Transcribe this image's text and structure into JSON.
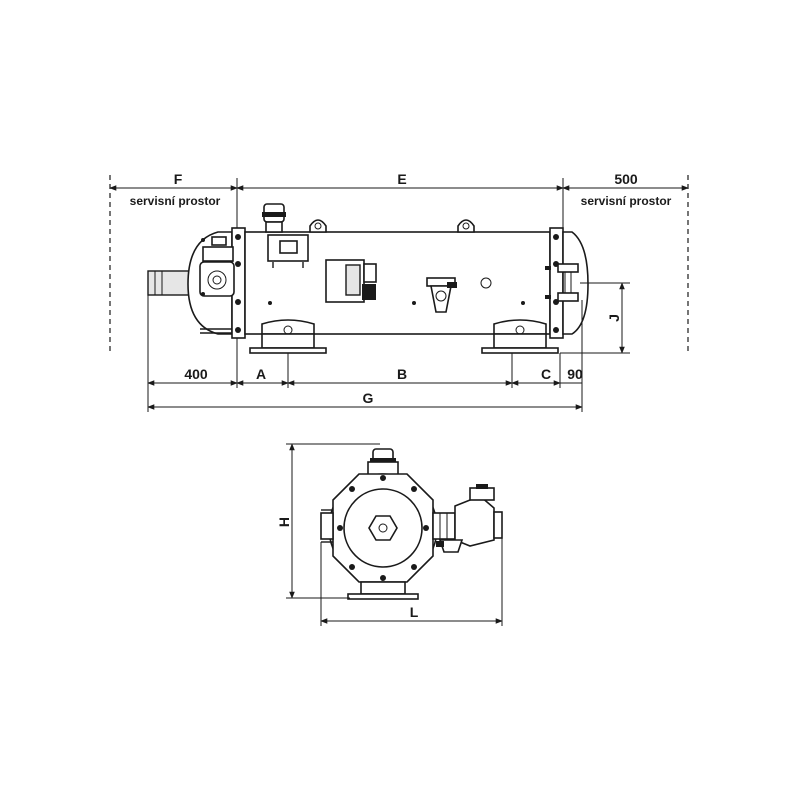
{
  "labels": {
    "F": "F",
    "E": "E",
    "dim500": "500",
    "service_left": "servisní prostor",
    "service_right": "servisní prostor",
    "dim400": "400",
    "A": "A",
    "B": "B",
    "C": "C",
    "dim90": "90",
    "G": "G",
    "J": "J",
    "H": "H",
    "L": "L"
  },
  "colors": {
    "line": "#1a1a1a",
    "fill": "#e6e6e6",
    "background": "#ffffff"
  }
}
